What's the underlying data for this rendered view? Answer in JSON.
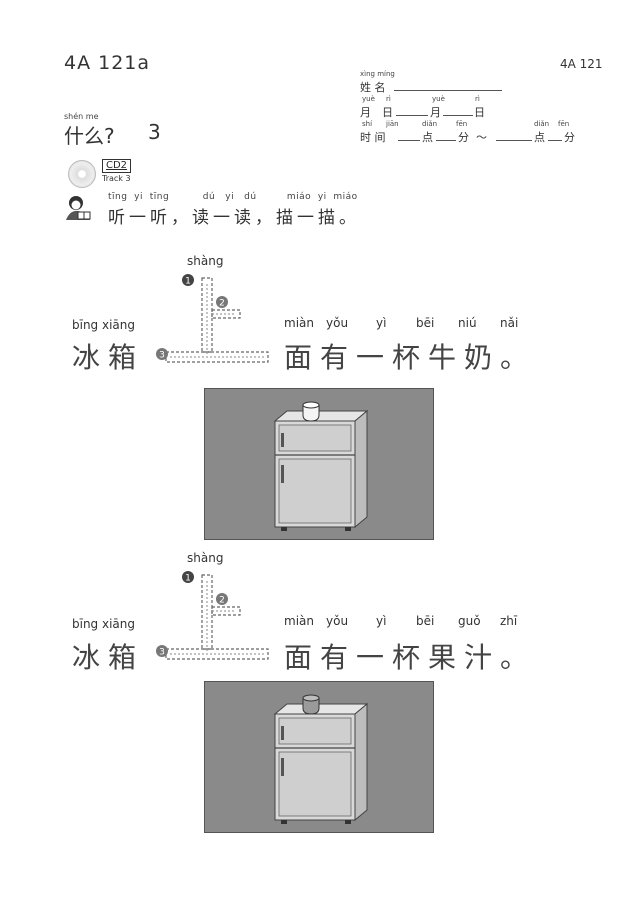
{
  "header": {
    "code_left": "4A 121a",
    "code_right": "4A 121"
  },
  "info": {
    "name_py": "xìng míng",
    "name_han": "姓 名",
    "date_py_1": "yuè",
    "date_py_2": "rì",
    "date_py_3": "yuè",
    "date_py_4": "rì",
    "date_han_1": "月",
    "date_han_2": "日",
    "date_han_3": "月",
    "date_han_4": "日",
    "time_py_1": "shí",
    "time_py_2": "jiān",
    "time_py_3": "diǎn",
    "time_py_4": "fēn",
    "time_py_5": "diǎn",
    "time_py_6": "fēn",
    "time_han": "时 间",
    "time_dian": "点",
    "time_fen": "分",
    "time_tilde": "～"
  },
  "lesson": {
    "title_py": "shén me",
    "title": "什么?",
    "number": "3"
  },
  "cd": {
    "label": "CD2",
    "track": "Track 3"
  },
  "instruction": {
    "pinyin": "tīng  yi  tīng          dú   yi   dú         miáo  yi  miáo",
    "hanzi": "听一听，读一读，描一描。"
  },
  "sentences": [
    {
      "trace_py": "shàng",
      "subject_py": "bīng xiāng",
      "subject_han": "冰箱",
      "rest_py": [
        "miàn",
        "yǒu",
        "yì",
        "bēi",
        "niú",
        "nǎi"
      ],
      "rest_han": "面有一杯牛奶。"
    },
    {
      "trace_py": "shàng",
      "subject_py": "bīng xiāng",
      "subject_han": "冰箱",
      "rest_py": [
        "miàn",
        "yǒu",
        "yì",
        "bēi",
        "guǒ",
        "zhī"
      ],
      "rest_han": "面有一杯果汁。"
    }
  ],
  "stroke_numbers": [
    "1",
    "2",
    "3"
  ],
  "colors": {
    "picture_bg": "#8a8a8a",
    "fridge_body": "#d9d9d9",
    "text": "#333333"
  }
}
